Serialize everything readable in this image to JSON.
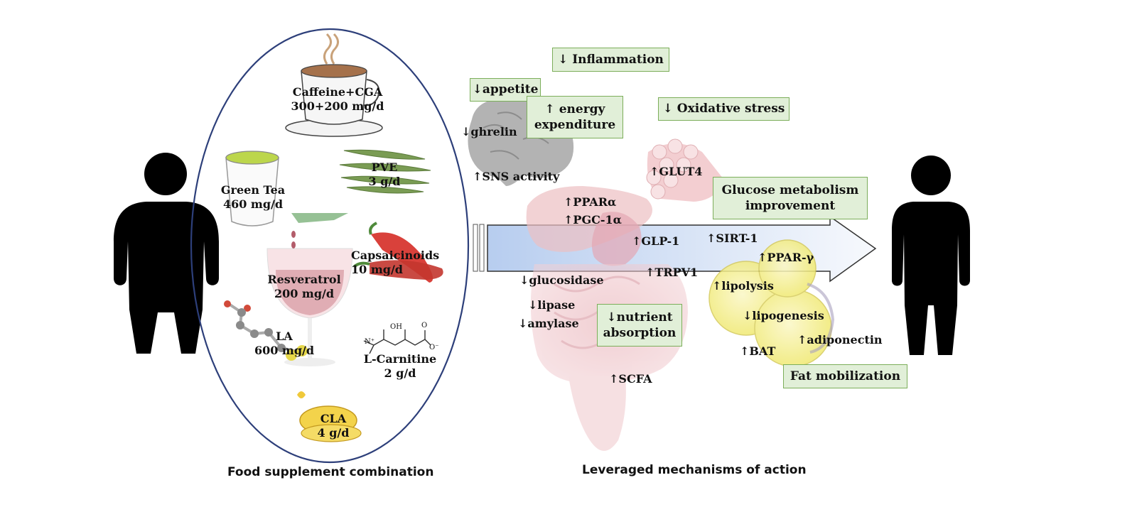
{
  "supplements": [
    {
      "name": "Caffeine+CGA",
      "dose": "300+200 mg/d"
    },
    {
      "name": "Green Tea",
      "dose": "460 mg/d"
    },
    {
      "name": "PVE",
      "dose": "3 g/d"
    },
    {
      "name": "Capsaicinoids",
      "dose": "10 mg/d"
    },
    {
      "name": "Resveratrol",
      "dose": "200 mg/d"
    },
    {
      "name": "LA",
      "dose": "600 mg/d"
    },
    {
      "name": "L-Carnitine",
      "dose": "2 g/d"
    },
    {
      "name": "CLA",
      "dose": "4 g/d"
    }
  ],
  "carnitine_structure": {
    "oh": "OH",
    "o": "O",
    "o_minus": "O⁻",
    "n_plus": "N⁺"
  },
  "effect_boxes": {
    "inflammation": "↓ Inflammation",
    "appetite": "↓appetite",
    "energy_line1": "↑ energy",
    "energy_line2": "expenditure",
    "oxidative": "↓ Oxidative stress",
    "glucose_line1": "Glucose metabolism",
    "glucose_line2": "improvement",
    "nutrient_line1": "↓nutrient",
    "nutrient_line2": "absorption",
    "fat": "Fat mobilization"
  },
  "mechanisms": {
    "ghrelin": "↓ghrelin",
    "sns": "↑SNS activity",
    "glut4": "↑GLUT4",
    "ppar_alpha": "↑PPARα",
    "pgc": "↑PGC-1α",
    "glp1": "↑GLP-1",
    "sirt1": "↑SIRT-1",
    "ppar_gamma": "↑PPAR-γ",
    "trpv1": "↑TRPV1",
    "glucosidase": "↓glucosidase",
    "lipolysis": "↑lipolysis",
    "lipase": "↓lipase",
    "amylase": "↓amylase",
    "lipogenesis": "↓lipogenesis",
    "adiponectin": "↑adiponectin",
    "bat": "↑BAT",
    "scfa": "↑SCFA"
  },
  "captions": {
    "left": "Food supplement combination",
    "right": "Leveraged mechanisms of action"
  },
  "colors": {
    "oval_border": "#2d3f7a",
    "box_fill": "#e1efd8",
    "box_border": "#7cae5a",
    "arrow_gradient_start": "#b7cdef",
    "arrow_gradient_end": "#f7f9fd",
    "silhouette": "#000000"
  },
  "icons": [
    "person-silhouette-obese",
    "person-silhouette-slim",
    "coffee-cup",
    "green-tea-cup",
    "green-beans",
    "chili-peppers",
    "wine-glass",
    "molecule",
    "oil-capsule",
    "brain",
    "muscle-fibers",
    "liver",
    "stomach",
    "intestines",
    "fat-cells"
  ]
}
